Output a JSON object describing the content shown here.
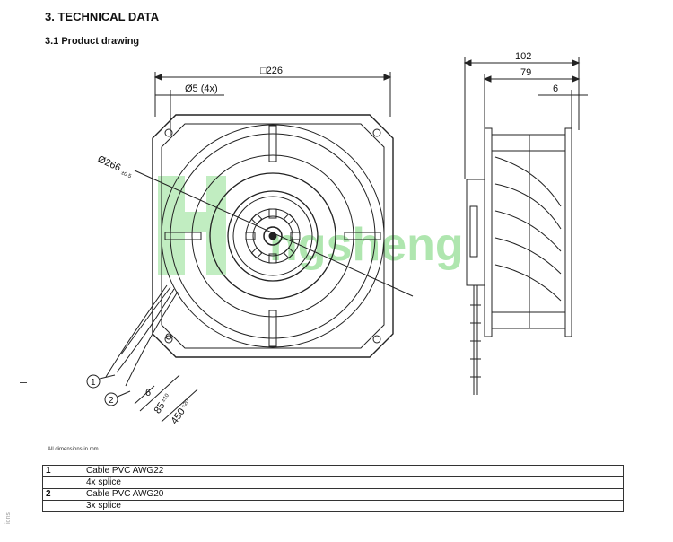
{
  "section_title": "3. TECHNICAL DATA",
  "subsection_title": "3.1 Product drawing",
  "front_view": {
    "dim_width": "□226",
    "dim_hole": "Ø5 (4x)",
    "dim_diameter": "Ø266",
    "dim_diameter_tol": "±0.5",
    "callout_1": "1",
    "callout_2": "2",
    "dim_strip": "6",
    "dim_lead_short": "85",
    "dim_lead_short_tol": "±10",
    "dim_lead_long": "450",
    "dim_lead_long_tol": "+20"
  },
  "side_view": {
    "dim_total": "102",
    "dim_body": "79",
    "dim_flange": "6"
  },
  "watermark": "ngsheng",
  "note": "All dimensions in mm.",
  "side_mark": "ions",
  "legend": [
    {
      "num": "1",
      "text": "Cable PVC AWG22"
    },
    {
      "num": "",
      "text": "4x splice"
    },
    {
      "num": "2",
      "text": "Cable PVC AWG20"
    },
    {
      "num": "",
      "text": "3x splice"
    }
  ],
  "colors": {
    "line": "#222222",
    "watermark": "#6fd36f"
  }
}
